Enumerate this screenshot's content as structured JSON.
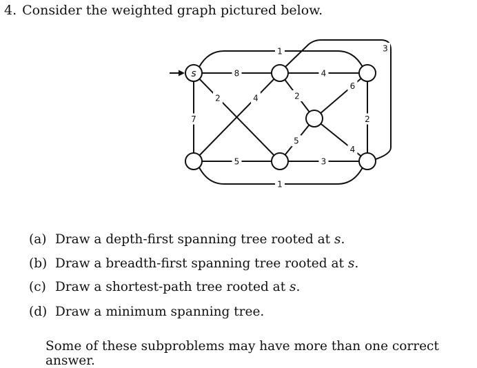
{
  "problem": {
    "number": "4.",
    "prompt": "Consider the weighted graph pictured below."
  },
  "graph": {
    "source_label": "s",
    "nodes": [
      "s",
      "top-middle",
      "top-right",
      "center",
      "bottom-left",
      "bottom-middle",
      "bottom-right"
    ],
    "edges": [
      {
        "from": "s",
        "to": "top-right",
        "weight": "1",
        "curved": true
      },
      {
        "from": "s",
        "to": "top-middle",
        "weight": "8"
      },
      {
        "from": "top-middle",
        "to": "top-right",
        "weight": "4"
      },
      {
        "from": "s",
        "to": "bottom-middle",
        "weight": "2"
      },
      {
        "from": "s",
        "to": "bottom-left",
        "weight": "7"
      },
      {
        "from": "bottom-left",
        "to": "top-middle",
        "weight": "4"
      },
      {
        "from": "top-middle",
        "to": "center",
        "weight": "2"
      },
      {
        "from": "center",
        "to": "top-right",
        "weight": "6"
      },
      {
        "from": "top-right",
        "to": "bottom-right",
        "weight": "2"
      },
      {
        "from": "center",
        "to": "bottom-middle",
        "weight": "5"
      },
      {
        "from": "center",
        "to": "bottom-right",
        "weight": "4"
      },
      {
        "from": "bottom-left",
        "to": "bottom-middle",
        "weight": "5"
      },
      {
        "from": "bottom-middle",
        "to": "bottom-right",
        "weight": "3"
      },
      {
        "from": "bottom-left",
        "to": "bottom-right",
        "weight": "1",
        "curved": true
      },
      {
        "from": "top-middle",
        "to": "bottom-right",
        "weight": "3",
        "curved": true
      }
    ]
  },
  "subproblems": [
    {
      "label": "(a)",
      "text": "Draw a depth-first spanning tree rooted at ",
      "var": "s",
      "end": "."
    },
    {
      "label": "(b)",
      "text": "Draw a breadth-first spanning tree rooted at ",
      "var": "s",
      "end": "."
    },
    {
      "label": "(c)",
      "text": "Draw a shortest-path tree rooted at ",
      "var": "s",
      "end": "."
    },
    {
      "label": "(d)",
      "text": "Draw a minimum spanning tree.",
      "var": "",
      "end": ""
    }
  ],
  "footer": "Some of these subproblems may have more than one correct answer."
}
